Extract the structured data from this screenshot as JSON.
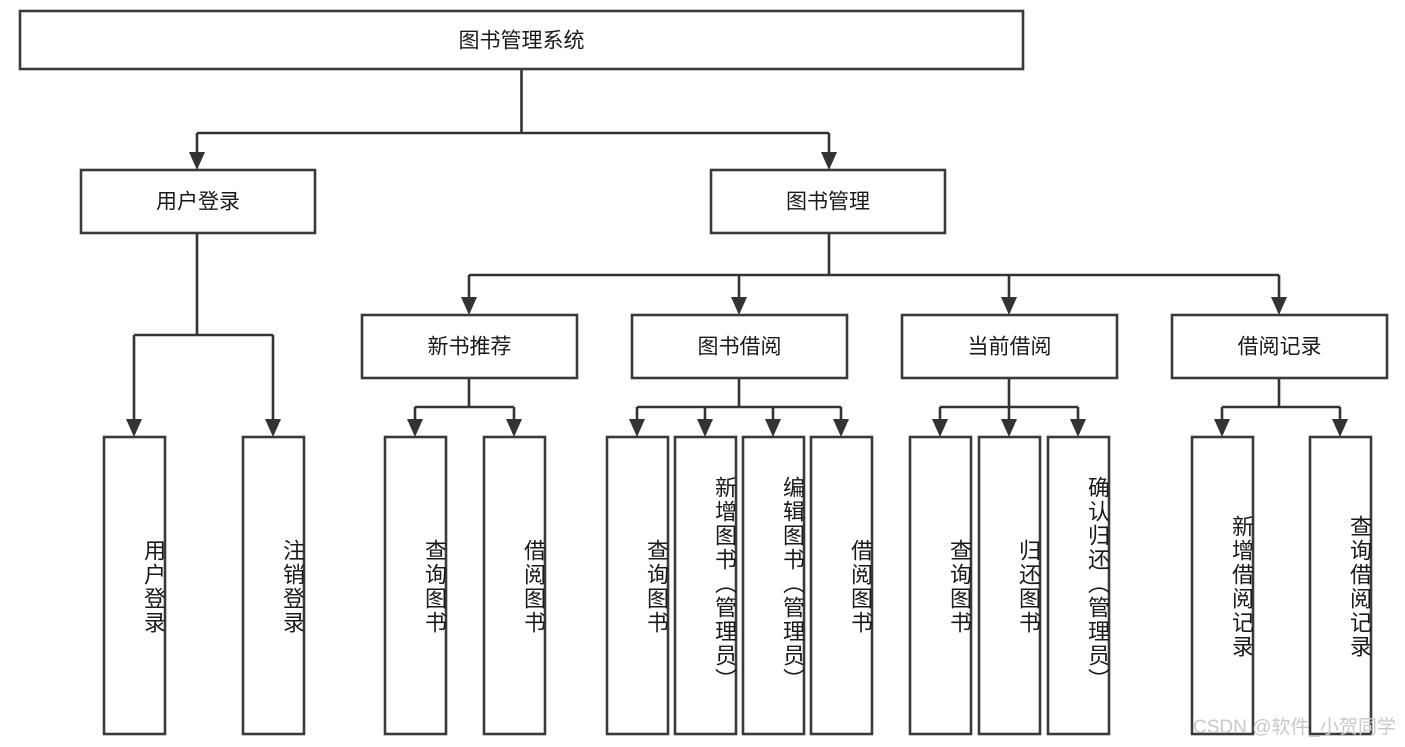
{
  "diagram": {
    "type": "tree-hierarchy",
    "title": "图书管理系统",
    "watermark": "CSDN @软件_小贺同学",
    "colors": {
      "box_stroke": "#3a3a3a",
      "connector": "#333333",
      "background": "#ffffff",
      "text": "#1a1a1a",
      "watermark": "#c9c9c9"
    },
    "levels": {
      "root": {
        "label": "图书管理系统"
      },
      "level2": [
        {
          "label": "用户登录"
        },
        {
          "label": "图书管理"
        }
      ],
      "level3": [
        {
          "label": "新书推荐"
        },
        {
          "label": "图书借阅"
        },
        {
          "label": "当前借阅"
        },
        {
          "label": "借阅记录"
        }
      ],
      "leaves": {
        "user_login": [
          {
            "label": "用户登录"
          },
          {
            "label": "注销登录"
          }
        ],
        "new_book_recommend": [
          {
            "label": "查询图书"
          },
          {
            "label": "借阅图书"
          }
        ],
        "book_borrow": [
          {
            "label": "查询图书"
          },
          {
            "label": "新增图书（管理员）"
          },
          {
            "label": "编辑图书（管理员）"
          },
          {
            "label": "借阅图书"
          }
        ],
        "current_borrow": [
          {
            "label": "查询图书"
          },
          {
            "label": "归还图书"
          },
          {
            "label": "确认归还（管理员）"
          }
        ],
        "borrow_record": [
          {
            "label": "新增借阅记录"
          },
          {
            "label": "查询借阅记录"
          }
        ]
      }
    }
  }
}
